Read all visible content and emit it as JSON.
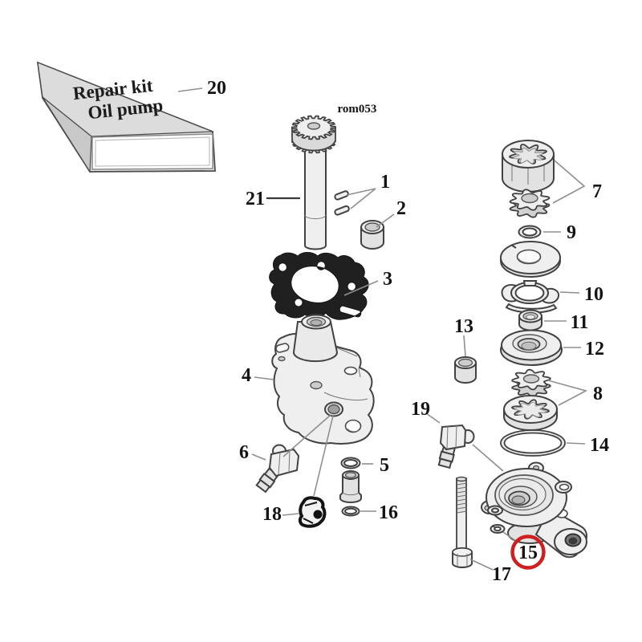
{
  "diagram": {
    "image_code": "rom053",
    "kit_box": {
      "line1": "Repair kit",
      "line2": "Oil pump"
    },
    "callouts": {
      "c1": "1",
      "c2": "2",
      "c3": "3",
      "c4": "4",
      "c5": "5",
      "c6": "6",
      "c7": "7",
      "c8": "8",
      "c9": "9",
      "c10": "10",
      "c11": "11",
      "c12": "12",
      "c13": "13",
      "c14": "14",
      "c15": "15",
      "c16": "16",
      "c17": "17",
      "c18": "18",
      "c19": "19",
      "c20": "20",
      "c21": "21"
    },
    "highlight": {
      "callout": "15",
      "color": "#cf2020"
    },
    "colors": {
      "outline": "#424242",
      "leader": "#8f8f8f",
      "gasket": "#202020",
      "background": "#ffffff"
    }
  }
}
